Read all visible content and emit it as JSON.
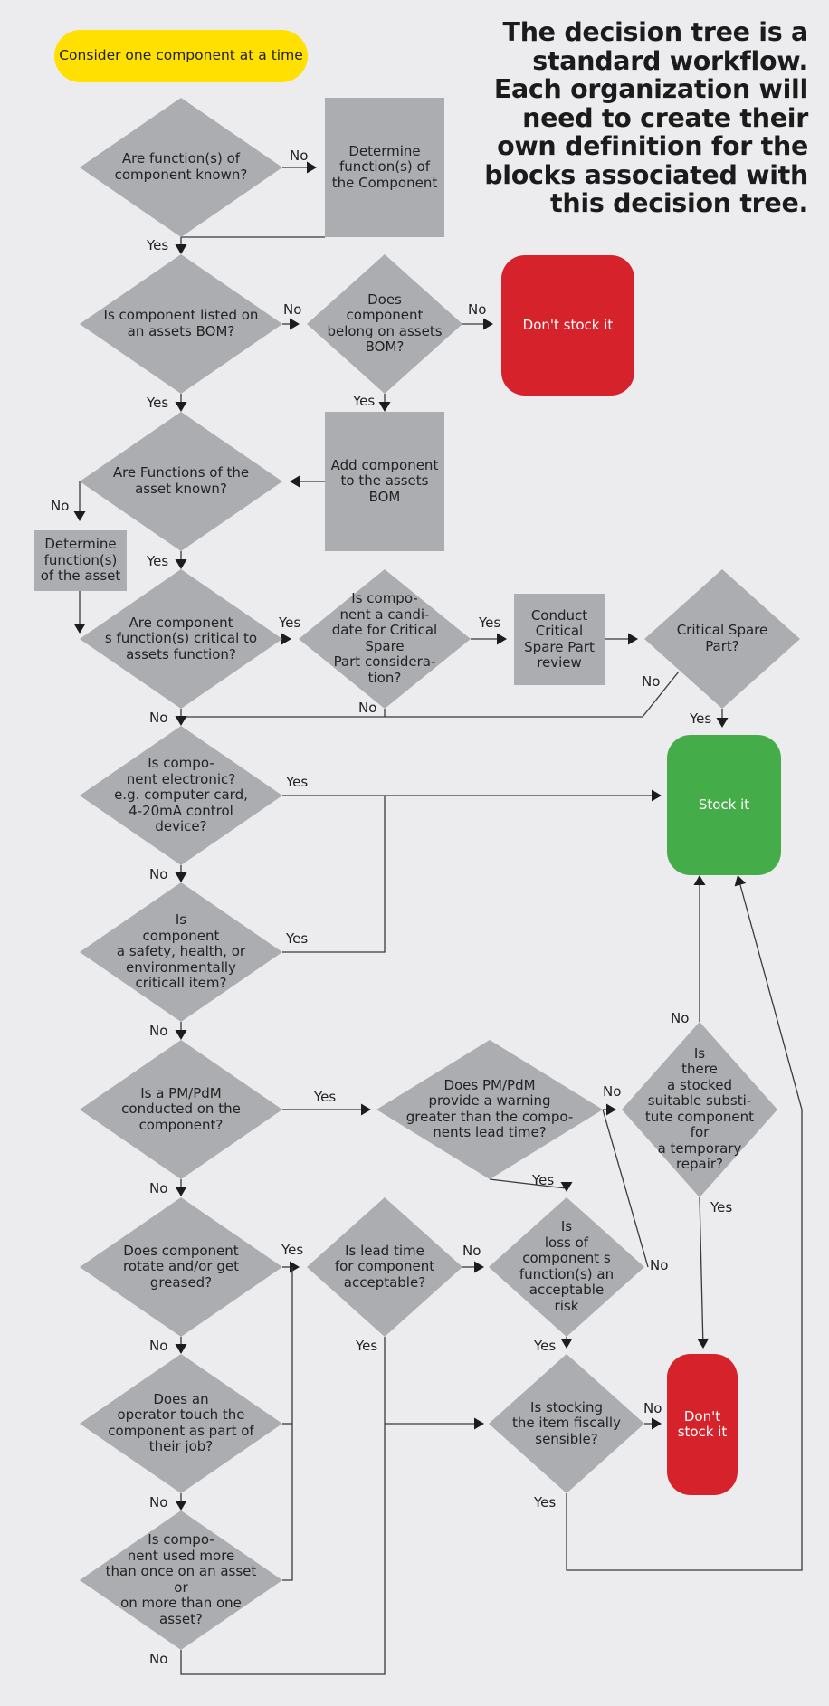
{
  "title": {
    "lines": [
      "The decision tree is a",
      "standard workflow.",
      "Each organization will",
      "need to create their",
      "own definition for the",
      "blocks associated with",
      "this decision tree."
    ]
  },
  "nodes": {
    "start": "Consider one component at a time",
    "q_function_known": "Are function(s) of\ncomponent known?",
    "determine_component_function": "Determine\nfunction(s) of\nthe Component",
    "q_listed_bom": "Is component listed on\nan assets BOM?",
    "q_belong_bom": "Does\ncomponent\nbelong on assets\nBOM?",
    "dont_stock_top": "Don't stock it",
    "add_to_bom": "Add component\nto the assets\nBOM",
    "q_asset_functions_known": "Are Functions of the\nasset known?",
    "determine_asset_function": "Determine\nfunction(s)\nof the asset",
    "q_functions_critical": "Are component\ns function(s) critical to\nassets function?",
    "q_candidate_csp": "Is compo-\nnent a candi-\ndate for Critical Spare\nPart considera-\ntion?",
    "conduct_csp_review": "Conduct\nCritical\nSpare Part\nreview",
    "q_critical_spare": "Critical Spare\nPart?",
    "stock_it": "Stock it",
    "q_electronic": "Is compo-\nnent electronic?\ne.g. computer card,\n4-20mA control\ndevice?",
    "q_safety": "Is\ncomponent\na safety, health, or\nenvironmentally\ncriticall item?",
    "q_pm_pdm": "Is a PM/PdM\nconducted on the\ncomponent?",
    "q_pm_warning": "Does PM/PdM\nprovide a warning\ngreater than the compo-\nnents lead time?",
    "q_substitute": "Is\nthere\na stocked\nsuitable substi-\ntute component for\na temporary\nrepair?",
    "q_rotate": "Does component\nrotate and/or get\ngreased?",
    "q_lead_time": "Is lead time\nfor component\nacceptable?",
    "q_loss_risk": "Is\nloss of\ncomponent s\nfunction(s) an\nacceptable\nrisk",
    "q_operator_touch": "Does an\noperator touch the\ncomponent as part of\ntheir job?",
    "q_fiscally_sensible": "Is stocking\nthe item fiscally\nsensible?",
    "dont_stock_bottom": "Don't\nstock it",
    "q_used_more": "Is compo-\nnent used more\nthan once on an asset or\non more than one\nasset?"
  },
  "edge_labels": {
    "yes": "Yes",
    "no": "No"
  },
  "colors": {
    "background": "#ececee",
    "decision_gray": "#acadb0",
    "start_yellow": "#ffe000",
    "dont_stock_red": "#d6222a",
    "stock_green": "#44ac48",
    "line": "#3a3a3a"
  }
}
